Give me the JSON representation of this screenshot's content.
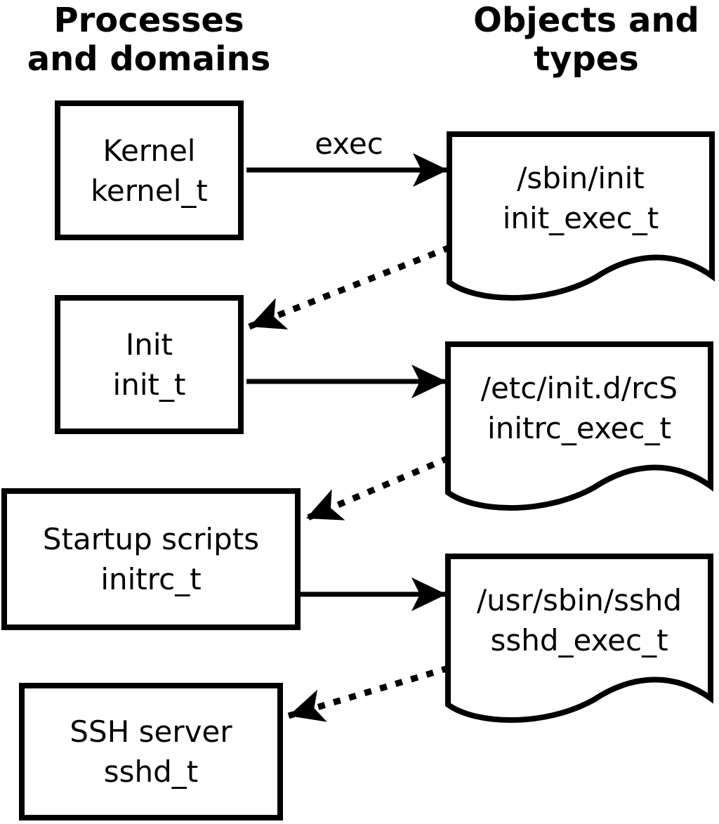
{
  "page": {
    "background_color": "#ffffff",
    "foreground_color": "#000000"
  },
  "headers": {
    "left": {
      "line1": "Processes",
      "line2": "and domains"
    },
    "right": {
      "line1": "Objects and",
      "line2": "types"
    }
  },
  "processes": [
    {
      "name": "Kernel",
      "domain": "kernel_t"
    },
    {
      "name": "Init",
      "domain": "init_t"
    },
    {
      "name": "Startup scripts",
      "domain": "initrc_t"
    },
    {
      "name": "SSH server",
      "domain": "sshd_t"
    }
  ],
  "objects": [
    {
      "path": "/sbin/init",
      "type": "init_exec_t"
    },
    {
      "path": "/etc/init.d/rcS",
      "type": "initrc_exec_t"
    },
    {
      "path": "/usr/sbin/sshd",
      "type": "sshd_exec_t"
    }
  ],
  "edges": {
    "exec_label": "exec"
  }
}
